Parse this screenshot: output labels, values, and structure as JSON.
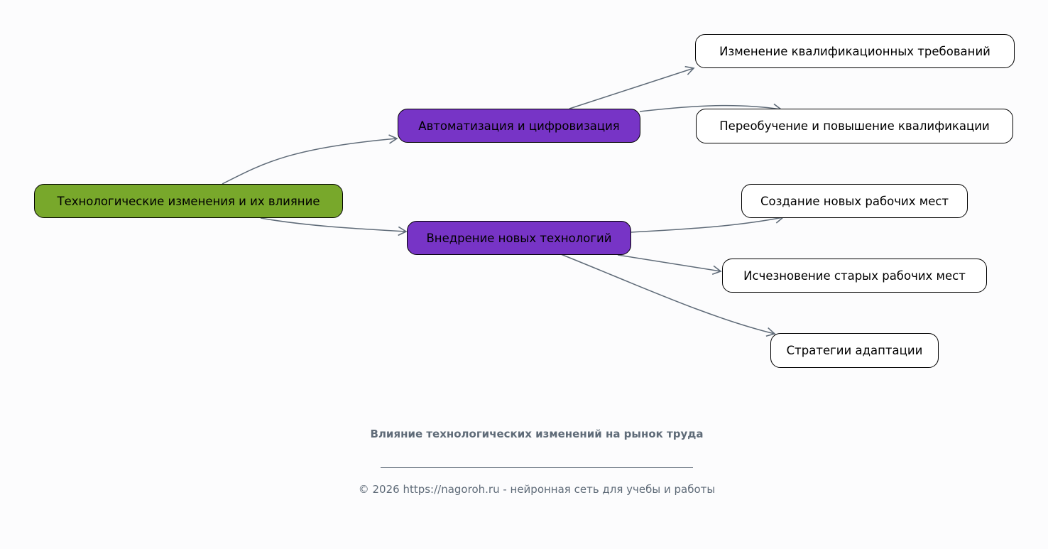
{
  "nodes": {
    "root": "Технологические изменения и их влияние",
    "automation": "Автоматизация и цифровизация",
    "new_tech": "Внедрение новых технологий",
    "qual_change": "Изменение квалификационных требований",
    "retraining": "Переобучение и повышение квалификации",
    "new_jobs": "Создание новых рабочих мест",
    "lost_jobs": "Исчезновение старых рабочих мест",
    "adaptation": "Стратегии адаптации"
  },
  "colors": {
    "root": "#78a82b",
    "mid": "#7734c6",
    "leaf": "#ffffff",
    "edge": "#5f6b78"
  },
  "title": "Влияние технологических изменений на рынок труда",
  "footer": "© 2026 https://nagoroh.ru - нейронная сеть для учебы и работы"
}
